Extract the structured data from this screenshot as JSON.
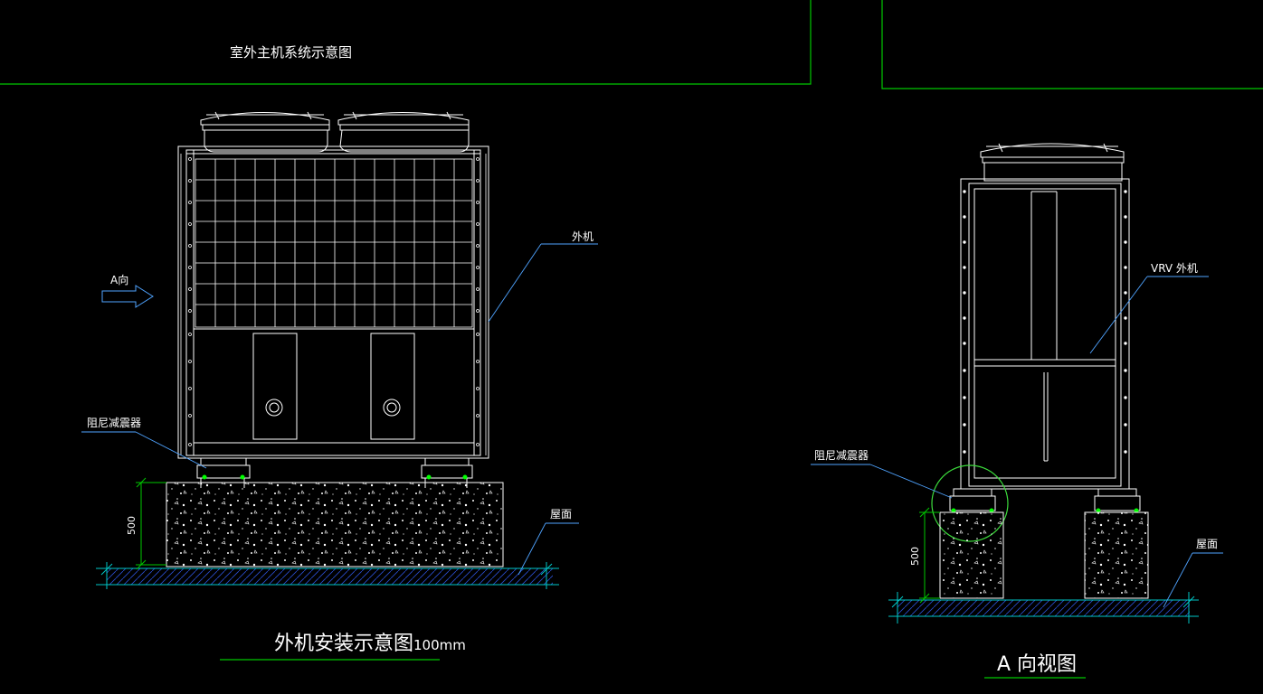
{
  "drawing": {
    "title_block_text": "室外主机系统示意图",
    "front_view": {
      "direction_label": "A向",
      "unit_label": "外机",
      "damper_label": "阻尼减震器",
      "roof_label": "屋面",
      "height_dimension": "500",
      "caption": "外机安装示意图",
      "caption_scale": "100mm"
    },
    "side_view": {
      "unit_label": "VRV 外机",
      "damper_label": "阻尼减震器",
      "roof_label": "屋面",
      "height_dimension": "500",
      "caption": "A 向视图"
    }
  },
  "colors": {
    "background": "#000000",
    "lines": "#ffffff",
    "frame": "#00c800",
    "leader": "#4fa3ff",
    "ground": "#00c8c8",
    "ground_hatch": "#2a4fd0",
    "damper_green": "#00ff00",
    "circle_highlight": "#3cdc3c"
  }
}
